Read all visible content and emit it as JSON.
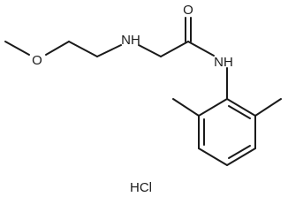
{
  "molecule": {
    "atoms": {
      "oxygen_ether": "O",
      "nitrogen_amine": "NH",
      "oxygen_carbonyl": "O",
      "nitrogen_amide": "NH"
    },
    "salt_label": "HCl"
  }
}
